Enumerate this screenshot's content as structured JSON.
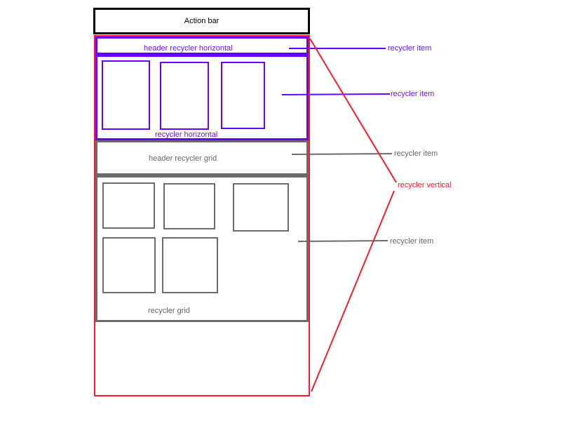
{
  "colors": {
    "horizontal": "#6a00ff",
    "grid": "#6b6b6b",
    "vertical": "#ff1a2a",
    "action_bar": "#000000"
  },
  "action_bar": {
    "label": "Action bar"
  },
  "header_horizontal": {
    "label": "header recycler horizontal"
  },
  "recycler_horizontal": {
    "label": "recycler horizontal"
  },
  "header_grid": {
    "label": "header recycler grid"
  },
  "recycler_grid": {
    "label": "recycler grid"
  },
  "annotations": {
    "item_1": "recycler item",
    "item_2": "recycler item",
    "item_3": "recycler item",
    "item_4": "recycler item",
    "vertical": "recycler vertical"
  }
}
